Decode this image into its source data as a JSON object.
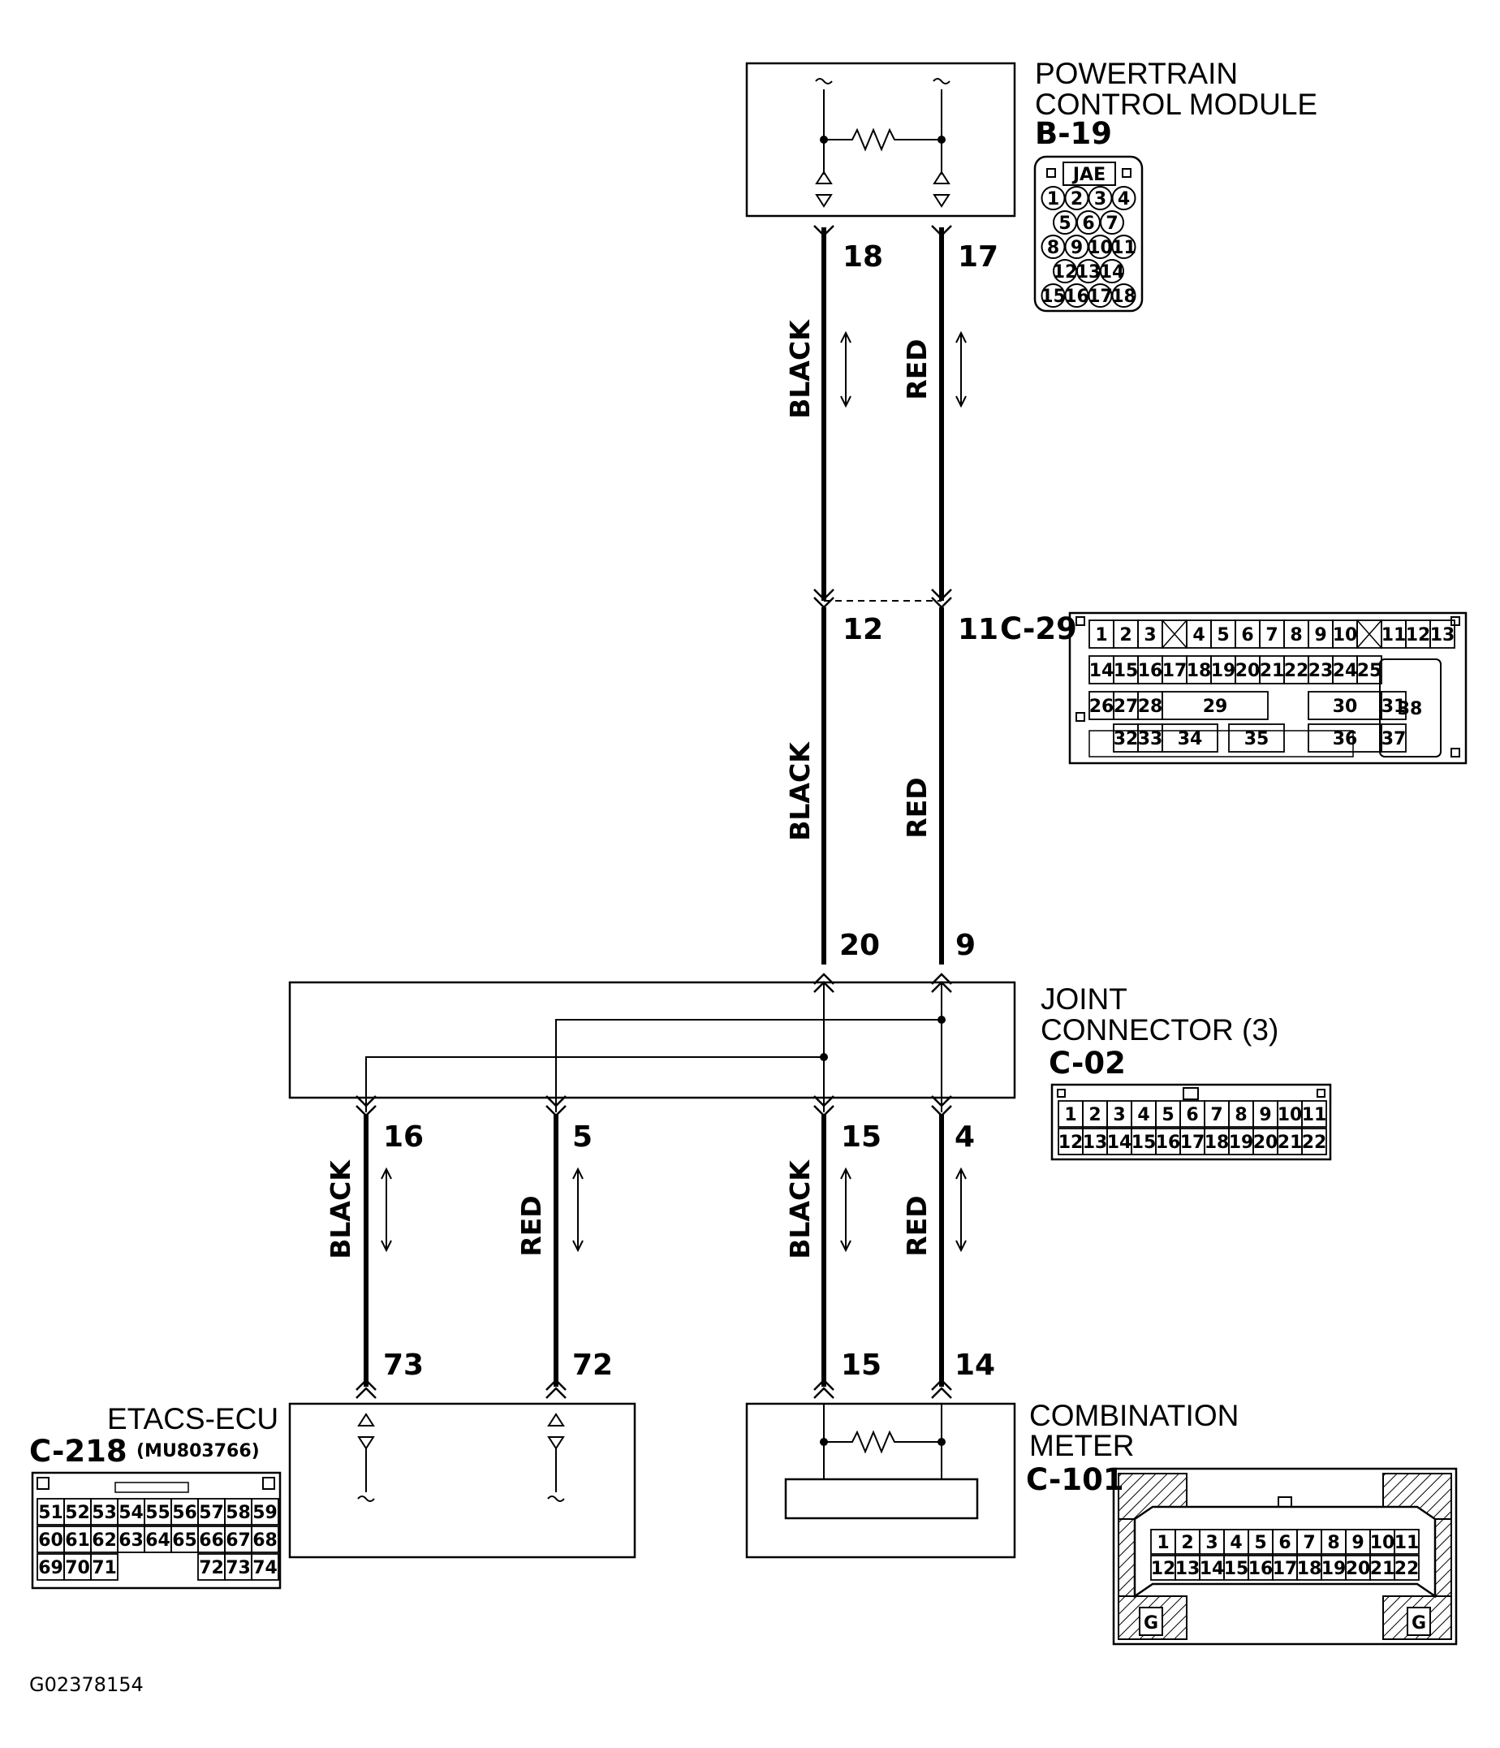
{
  "components": {
    "pcm": {
      "name_line1": "POWERTRAIN",
      "name_line2": "CONTROL MODULE",
      "code": "B-19"
    },
    "joint": {
      "name_line1": "JOINT",
      "name_line2": "CONNECTOR (3)",
      "code": "C-02"
    },
    "etacs": {
      "name": "ETACS-ECU",
      "code": "C-218",
      "part": "(MU803766)"
    },
    "meter": {
      "name_line1": "COMBINATION",
      "name_line2": "METER",
      "code": "C-101"
    },
    "c29": {
      "code": "C-29"
    }
  },
  "pins": {
    "pcm_black": "18",
    "pcm_red": "17",
    "c29_black": "12",
    "c29_red": "11",
    "joint_in_black": "20",
    "joint_in_red": "9",
    "joint_out_16": "16",
    "joint_out_5": "5",
    "joint_out_15": "15",
    "joint_out_4": "4",
    "etacs_73": "73",
    "etacs_72": "72",
    "meter_15": "15",
    "meter_14": "14"
  },
  "wire_colors": {
    "black": "BLACK",
    "red": "RED"
  },
  "connector_b19": {
    "brand": "JAE",
    "rows": [
      [
        "1",
        "2",
        "3",
        "4"
      ],
      [
        "5",
        "6",
        "7"
      ],
      [
        "8",
        "9",
        "10",
        "11"
      ],
      [
        "12",
        "13",
        "14"
      ],
      [
        "15",
        "16",
        "17",
        "18"
      ]
    ]
  },
  "connector_c29": {
    "row1": [
      "1",
      "2",
      "3",
      "",
      "4",
      "5",
      "6",
      "7",
      "8",
      "9",
      "10",
      "",
      "11",
      "12",
      "13"
    ],
    "row2": [
      "14",
      "15",
      "16",
      "17",
      "18",
      "19",
      "20",
      "21",
      "22",
      "23",
      "24",
      "25"
    ],
    "row3": [
      "26",
      "27",
      "28",
      "29",
      "30",
      "31"
    ],
    "row4": [
      "32",
      "33",
      "34",
      "35",
      "36",
      "37"
    ],
    "big": "38"
  },
  "connector_c02": {
    "row1": [
      "1",
      "2",
      "3",
      "4",
      "5",
      "6",
      "7",
      "8",
      "9",
      "10",
      "11"
    ],
    "row2": [
      "12",
      "13",
      "14",
      "15",
      "16",
      "17",
      "18",
      "19",
      "20",
      "21",
      "22"
    ]
  },
  "connector_c218": {
    "row1": [
      "51",
      "52",
      "53",
      "54",
      "55",
      "56",
      "57",
      "58",
      "59"
    ],
    "row2": [
      "60",
      "61",
      "62",
      "63",
      "64",
      "65",
      "66",
      "67",
      "68"
    ],
    "row3": [
      "69",
      "70",
      "71",
      "",
      "",
      "",
      "72",
      "73",
      "74"
    ]
  },
  "connector_c101": {
    "row1": [
      "1",
      "2",
      "3",
      "4",
      "5",
      "6",
      "7",
      "8",
      "9",
      "10",
      "11"
    ],
    "row2": [
      "12",
      "13",
      "14",
      "15",
      "16",
      "17",
      "18",
      "19",
      "20",
      "21",
      "22"
    ],
    "ground": "G"
  },
  "footer": {
    "figure_id": "G02378154"
  }
}
